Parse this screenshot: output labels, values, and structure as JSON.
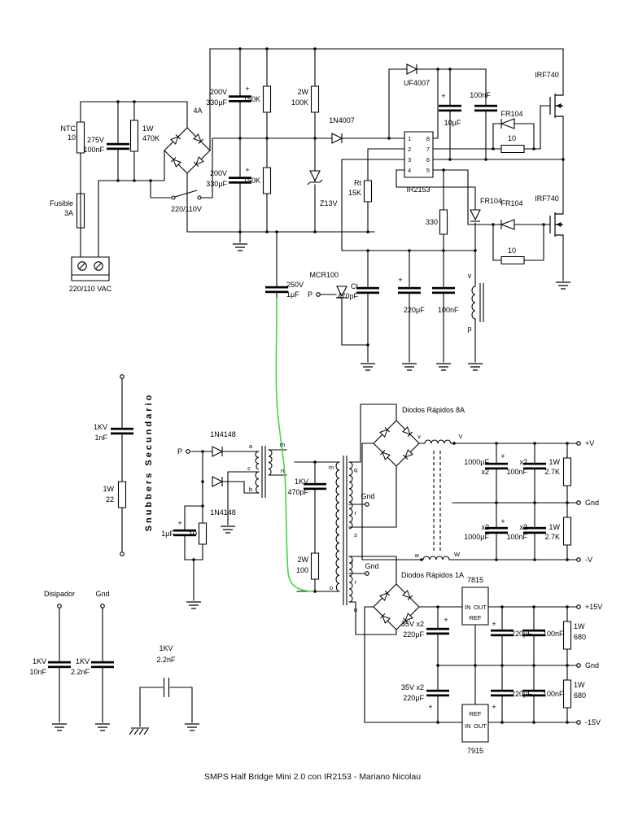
{
  "title": "SMPS Half Bridge Mini 2.0 con IR2153 - Mariano Nicolau",
  "colors": {
    "wire": "#000000",
    "green_wire": "#4ad34a"
  },
  "ac": {
    "ntc1": "NTC",
    "ntc2": "10",
    "cap275": "275V",
    "cap100": "100nF",
    "res1w": "1W",
    "res470k": "470K",
    "amp": "4A",
    "fuse1": "Fusible",
    "fuse2": "3A",
    "term": "220/110 VAC",
    "sw": "220/110V"
  },
  "bus": {
    "c1v": "200V",
    "c1c": "330μF",
    "plus1": "+",
    "r1": "150K",
    "c2v": "200V",
    "c2c": "330μF",
    "plus2": "+",
    "r2": "150K",
    "dr1": "2W",
    "dr2": "100K",
    "d1": "1N4007",
    "dz": "Z13V"
  },
  "ic": {
    "name": "IR2153",
    "p1": "1",
    "p2": "2",
    "p3": "3",
    "p4": "4",
    "p5": "5",
    "p6": "6",
    "p7": "7",
    "p8": "8",
    "rt1": "Rt",
    "rt2": "15K",
    "boot": "UF4007",
    "bc1p": "+",
    "bc1": "10μF",
    "bc2": "100nF",
    "r330": "330",
    "frv": "FR104"
  },
  "g1": {
    "d": "FR104",
    "r": "10",
    "q": "IRF740"
  },
  "g2": {
    "d": "FR104",
    "r": "10",
    "q": "IRF740"
  },
  "mid": {
    "c1v": "250V",
    "c1c": "1μF",
    "scr": "MCR100",
    "p": "P",
    "ct1": "Ct",
    "ct2": "470pF",
    "c2p": "+",
    "c2": "220μF",
    "c3": "100nF",
    "wv": "v",
    "wp": "p"
  },
  "snub": {
    "t": "Snubbers Secundario",
    "c1": "1KV",
    "c2": "1nF",
    "r1": "1W",
    "r2": "22"
  },
  "drv": {
    "p": "P",
    "d1": "1N4148",
    "d2": "1N4148",
    "a": "a",
    "c": "c",
    "b": "b",
    "m": "m",
    "n": "n",
    "cp": "+",
    "cap": "1μF",
    "res": "10"
  },
  "t2": {
    "sc1": "1KV",
    "sc2": "470pF",
    "sr1": "2W",
    "sr2": "100",
    "m": "m",
    "o": "o",
    "q": "q",
    "r1": "r",
    "s": "s",
    "t": "t",
    "r2": "r",
    "u": "u",
    "g1": "Gnd",
    "g2": "Gnd"
  },
  "o1": {
    "name": "Diodos Rápidos 8A",
    "lv": "v",
    "lV": "V",
    "lw": "w",
    "lW": "W",
    "c1a": "1000μF",
    "c1b": "x2",
    "c1p": "+",
    "c2a": "x2",
    "c2b": "100nF",
    "r1a": "1W",
    "r1b": "2.7K",
    "c3a": "x2",
    "c3b": "1000μF",
    "c3p": "+",
    "c4a": "x2",
    "c4b": "100nF",
    "r2a": "1W",
    "r2b": "2.7K",
    "tp": "+V",
    "tg": "Gnd",
    "tm": "-V"
  },
  "o2": {
    "name": "Diodos Rápidos 1A",
    "reg1": "7815",
    "r1in": "IN",
    "r1out": "OUT",
    "r1ref": "REF",
    "reg2": "7915",
    "r2in": "IN",
    "r2out": "OUT",
    "r2ref": "REF",
    "c1a": "35V x2",
    "c1b": "220μF",
    "c1p": "+",
    "c2a": "35V x2",
    "c2b": "220μF",
    "c2p": "+",
    "c3": "220μF",
    "c3p": "+",
    "c4": "100nF",
    "r3a": "1W",
    "r3b": "680",
    "c5": "220μF",
    "c5p": "+",
    "c6": "100nF",
    "r4a": "1W",
    "r4b": "680",
    "tp": "+15V",
    "tg": "Gnd",
    "tm": "-15V"
  },
  "bl": {
    "h1": "Disipador",
    "h2": "Gnd",
    "c1a": "1KV",
    "c1b": "10nF",
    "c2a": "1KV",
    "c2b": "2.2nF",
    "c3a": "1KV",
    "c3b": "2.2nF"
  }
}
